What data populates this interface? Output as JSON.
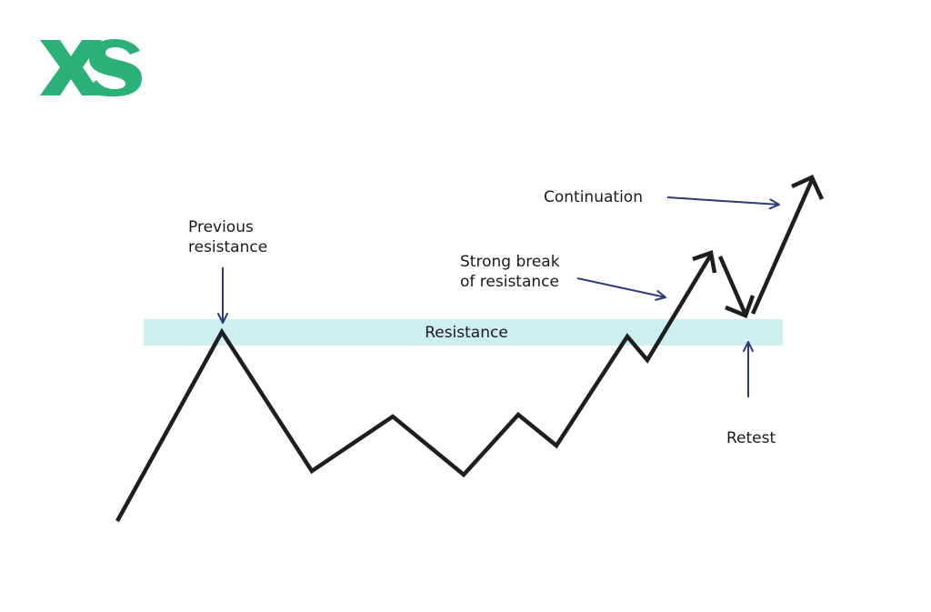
{
  "logo": {
    "text": "XS",
    "color": "#2bb079"
  },
  "colors": {
    "price_line": "#1e1e1e",
    "annotation_arrow": "#2b3a7a",
    "resistance_band": "#cdeff0",
    "text": "#1a1a1a"
  },
  "labels": {
    "previous_resistance_line1": "Previous",
    "previous_resistance_line2": "resistance",
    "resistance": "Resistance",
    "strong_break_line1": "Strong break",
    "strong_break_line2": "of resistance",
    "continuation": "Continuation",
    "retest": "Retest"
  }
}
